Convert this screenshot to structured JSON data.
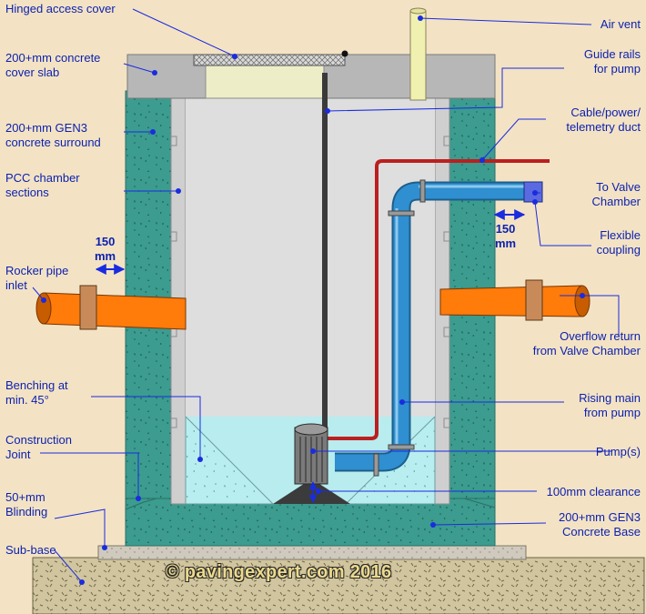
{
  "labels": {
    "hinged_access_cover": "Hinged access cover",
    "cover_slab": "200+mm concrete\ncover slab",
    "gen3_surround": "200+mm GEN3\nconcrete surround",
    "pcc_sections": "PCC chamber\nsections",
    "dim_150_left": "150\nmm",
    "rocker_pipe": "Rocker pipe\ninlet",
    "benching": "Benching at\nmin. 45°",
    "construction_joint": "Construction\nJoint",
    "blinding": "50+mm\nBlinding",
    "sub_base": "Sub-base",
    "air_vent": "Air vent",
    "guide_rails": "Guide rails\nfor pump",
    "cable_duct": "Cable/power/\ntelemetry duct",
    "to_valve_chamber": "To Valve\nChamber",
    "dim_150_right": "150\nmm",
    "flexible_coupling": "Flexible\ncoupling",
    "overflow_return": "Overflow return\nfrom Valve Chamber",
    "rising_main": "Rising main\nfrom pump",
    "pumps": "Pump(s)",
    "clearance": "100mm clearance",
    "concrete_base": "200+mm GEN3\nConcrete Base",
    "copyright": "© pavingexpert.com 2016"
  },
  "colors": {
    "background": "#f3e3c4",
    "label_text": "#0b1fb0",
    "leader_line": "#1a2be0",
    "gen3_concrete": "#3b9c8f",
    "chamber_wall": "#cfcfcf",
    "chamber_interior": "#dedede",
    "cover_slab": "#b7b7b7",
    "water": "#b8ecee",
    "rising_main_pipe": "#2f8fd0",
    "duct": "#bb1f1f",
    "inlet_pipe": "#ff7b0a",
    "air_vent": "#f0f0b0",
    "sub_base": "#cfcabd",
    "ground": "#d0c59e"
  },
  "icons": {
    "dimension_arrows": "double-headed-arrow",
    "leader_points": "dot-marker"
  }
}
